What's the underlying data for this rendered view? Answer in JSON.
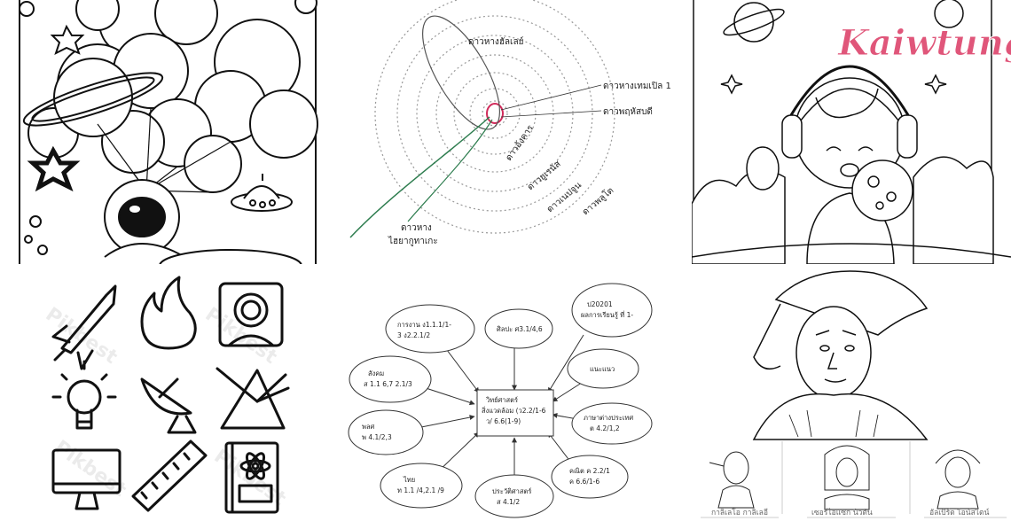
{
  "collage": {
    "tiles": [
      {
        "id": "astronaut-balloons",
        "kind": "coloring-page"
      },
      {
        "id": "solar-system-orbits",
        "kind": "diagram"
      },
      {
        "id": "kid-astronaut",
        "kind": "coloring-page"
      },
      {
        "id": "science-icons",
        "kind": "icon-grid"
      },
      {
        "id": "mind-map",
        "kind": "diagram"
      },
      {
        "id": "scientists",
        "kind": "coloring-page"
      }
    ]
  },
  "orbits": {
    "labels": {
      "halley": "ดาวหางฮัลเลย์",
      "tempel": "ดาวหางเทมเปิล 1",
      "jupiter": "ดาวพฤหัสบดี",
      "mars": "ดาวอังคาร",
      "uranus": "ดาวยูเรนัส",
      "neptune": "ดาวเนปจูน",
      "pluto": "ดาวพลูโต",
      "comet1": "ดาวหาง",
      "comet2": "ไฮยากูทาเกะ"
    },
    "orbit_color": "#999999",
    "comet_color": "#2e7d4f",
    "jupiter_color": "#d12b5b"
  },
  "kid": {
    "logo_text": "Kaiwtung",
    "logo_color": "#e0567a"
  },
  "icons": {
    "watermarks": [
      "Pikbest",
      "Pikbest",
      "Pikbest",
      "Pikbest"
    ],
    "items": [
      "rocket-icon",
      "flame-icon",
      "astronaut-helmet-icon",
      "lightbulb-icon",
      "satellite-dish-icon",
      "prism-icon",
      "monitor-icon",
      "ruler-icon",
      "atom-book-icon"
    ]
  },
  "mindmap": {
    "center": [
      "วิทย์ศาสตร์",
      "สิ่งแวดล้อม (ว2.2/1-6",
      "ว/ 6.6(1-9)"
    ],
    "nodes": [
      {
        "lines": [
          "การงาน ง1.1.1/1-",
          "3 ง2.2.1/2"
        ]
      },
      {
        "lines": [
          "ศิลปะ ศ3.1/4,6"
        ]
      },
      {
        "lines": [
          "ป20201",
          "ผลการเรียนรู้ ที่ 1-"
        ]
      },
      {
        "lines": [
          "แนะแนว"
        ]
      },
      {
        "lines": [
          "ภาษาต่างประเทศ",
          "ต 4.2/1,2"
        ]
      },
      {
        "lines": [
          "คณิต ค 2.2/1",
          "ค 6.6/1-6"
        ]
      },
      {
        "lines": [
          "ประวัติศาสตร์",
          "ส 4.1/2"
        ]
      },
      {
        "lines": [
          "ไทย",
          "ท 1.1 /4,2.1 /9"
        ]
      },
      {
        "lines": [
          "พลศ",
          "พ 4.1/2,3"
        ]
      },
      {
        "lines": [
          "สังคม",
          "ส 1.1 6,7 2.1/3"
        ]
      }
    ]
  },
  "scientists": {
    "captions": [
      "กาลิเลโอ กาลิเลอี",
      "เซอร์ไอแซก นิวตัน",
      "อัลเบิร์ต ไอน์สไตน์"
    ]
  }
}
